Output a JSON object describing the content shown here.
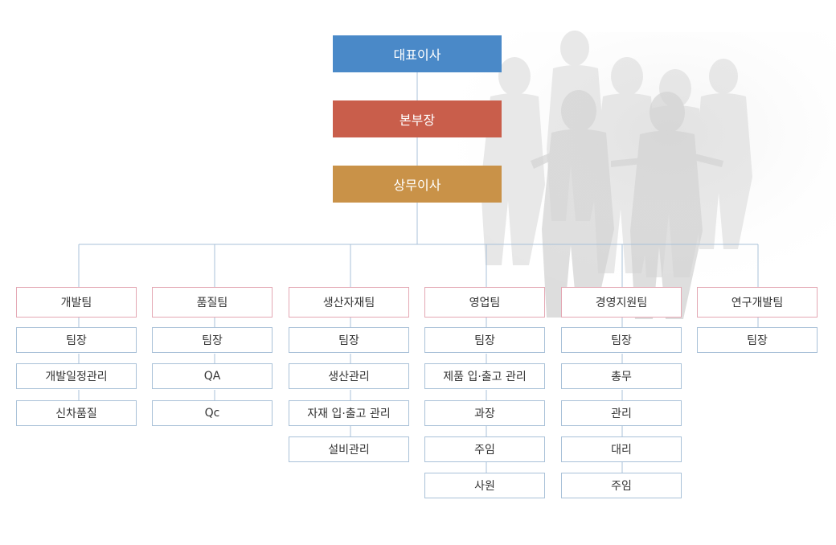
{
  "org": {
    "ceo": "대표이사",
    "hq": "본부장",
    "md": "상무이사"
  },
  "departments": [
    {
      "name": "개발팀",
      "roles": [
        "팀장",
        "개발일정관리",
        "신차품질"
      ]
    },
    {
      "name": "품질팀",
      "roles": [
        "팀장",
        "QA",
        "Qc"
      ]
    },
    {
      "name": "생산자재팀",
      "roles": [
        "팀장",
        "생산관리",
        "자재 입·출고 관리",
        "설비관리"
      ]
    },
    {
      "name": "영업팀",
      "roles": [
        "팀장",
        "제품 입·출고 관리",
        "과장",
        "주임",
        "사원"
      ]
    },
    {
      "name": "경영지원팀",
      "roles": [
        "팀장",
        "총무",
        "관리",
        "대리",
        "주임"
      ]
    },
    {
      "name": "연구개발팀",
      "roles": [
        "팀장"
      ]
    }
  ],
  "colors": {
    "ceo": "#4a89c8",
    "hq": "#c95e4b",
    "md": "#c99248",
    "line": "#a9c1d8",
    "dept_border": "#e4a8b4"
  }
}
